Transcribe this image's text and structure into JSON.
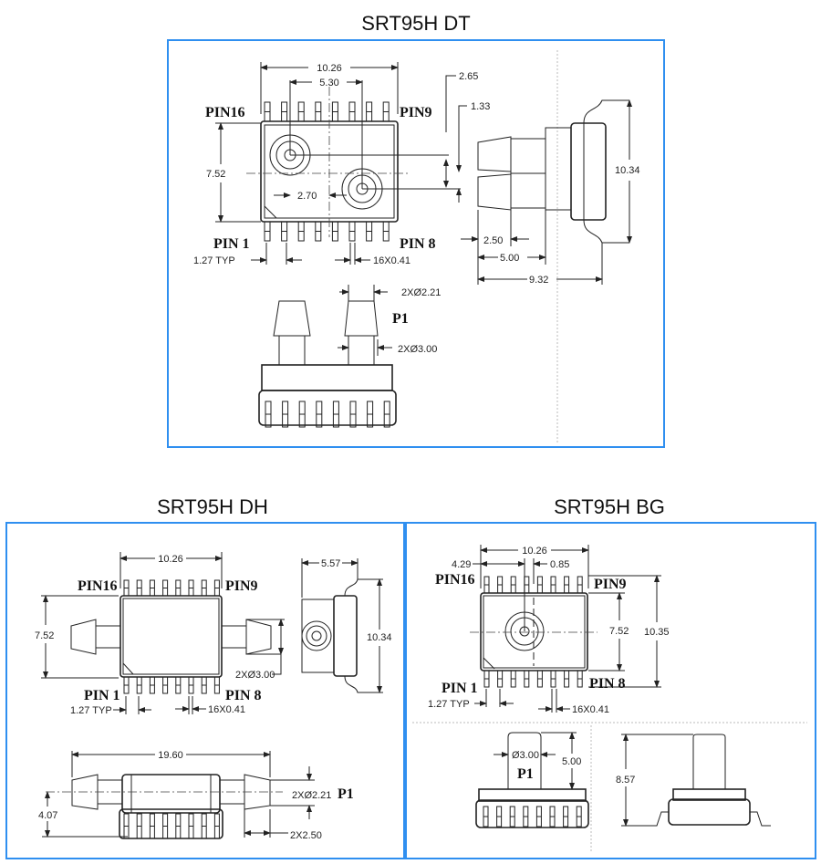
{
  "panels": {
    "dt": {
      "title": "SRT95H DT",
      "pin16": "PIN16",
      "pin9": "PIN9",
      "pin1": "PIN 1",
      "pin8": "PIN 8",
      "dims": {
        "width": "10.26",
        "port_spacing": "5.30",
        "body_height": "7.52",
        "port_offset": "2.70",
        "d265": "2.65",
        "d133": "1.33",
        "pitch": "1.27  TYP",
        "lead_width": "16X0.41",
        "height": "10.34",
        "d250": "2.50",
        "d500": "5.00",
        "depth": "9.32",
        "tube_tip": "2XØ2.21",
        "tube_base": "2XØ3.00"
      },
      "port_label": "P1"
    },
    "dh": {
      "title": "SRT95H DH",
      "pin16": "PIN16",
      "pin9": "PIN9",
      "pin1": "PIN 1",
      "pin8": "PIN 8",
      "dims": {
        "width": "10.26",
        "body_height": "7.52",
        "side_width": "5.57",
        "height": "10.34",
        "tube_base": "2XØ3.00",
        "pitch": "1.27  TYP",
        "lead_width": "16X0.41",
        "overall": "19.60",
        "tube_tip": "2XØ2.21",
        "axis_height": "4.07",
        "tube_len": "2X2.50"
      },
      "port_label": "P1"
    },
    "bg": {
      "title": "SRT95H BG",
      "pin16": "PIN16",
      "pin9": "PIN9",
      "pin1": "PIN 1",
      "pin8": "PIN 8",
      "dims": {
        "width": "10.26",
        "d429": "4.29",
        "d085": "0.85",
        "body_height": "7.52",
        "height": "10.35",
        "pitch": "1.27  TYP",
        "lead_width": "16X0.41",
        "port_dia": "Ø3.00",
        "port_len": "5.00",
        "total_height": "8.57"
      },
      "port_label": "P1"
    }
  }
}
